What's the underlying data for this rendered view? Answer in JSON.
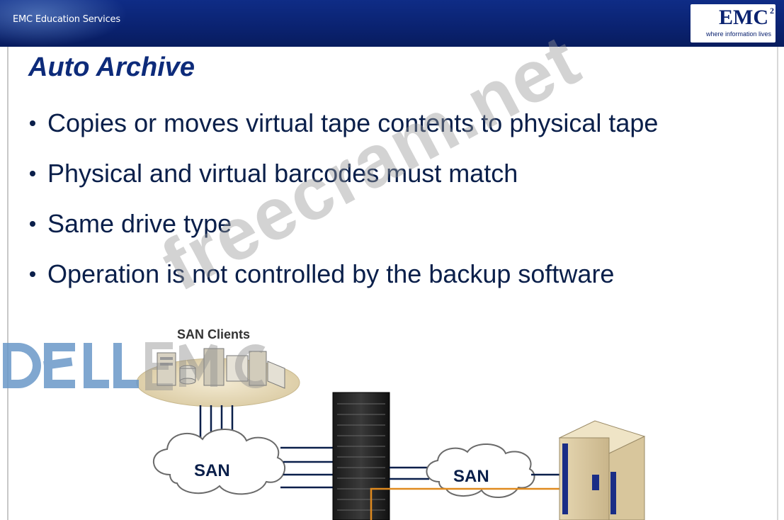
{
  "header": {
    "left_label": "EMC Education Services",
    "brand": "EMC",
    "brand_superscript": "2",
    "tagline": "where information lives"
  },
  "slide": {
    "title": "Auto Archive",
    "bullets": [
      "Copies or moves virtual tape contents to physical tape",
      "Physical and virtual barcodes must match",
      "Same drive type",
      "Operation is not controlled by the backup software"
    ]
  },
  "diagram": {
    "clients_label": "SAN Clients",
    "san_left_label": "SAN",
    "san_right_label": "SAN"
  },
  "watermarks": {
    "site": "freecram.net",
    "logo_text": "DELL EMC"
  },
  "colors": {
    "header_blue": "#0a2270",
    "title_blue": "#0d2b7a",
    "body_text": "#0a1f4a",
    "arrow_orange": "#e08a1e"
  }
}
